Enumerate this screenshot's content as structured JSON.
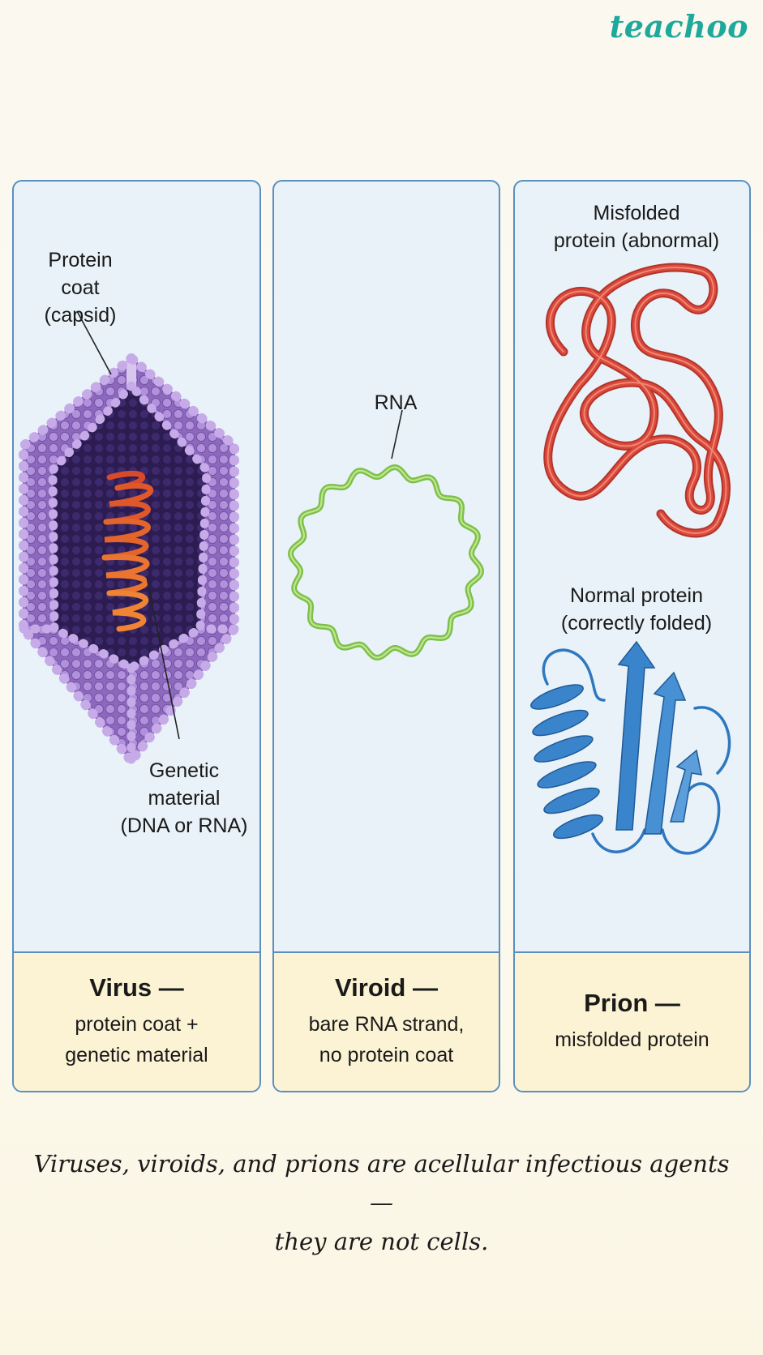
{
  "brand": {
    "logo_text": "teachoo"
  },
  "panels": {
    "virus": {
      "label_coat": [
        "Protein",
        "coat",
        "(capsid)"
      ],
      "label_genetic": [
        "Genetic",
        "material",
        "(DNA or RNA)"
      ],
      "caption_title": "Virus —",
      "caption_lines": [
        "protein coat +",
        "genetic material"
      ]
    },
    "viroid": {
      "label_rna": "RNA",
      "caption_title": "Viroid —",
      "caption_lines": [
        "bare RNA strand,",
        "no protein coat"
      ]
    },
    "prion": {
      "label_misfolded": [
        "Misfolded",
        "protein  (abnormal)"
      ],
      "label_normal": [
        "Normal protein",
        "(correctly folded)"
      ],
      "caption_title": "Prion —",
      "caption_lines": [
        "misfolded protein"
      ]
    }
  },
  "footer": {
    "lines": [
      "Viruses, viroids, and prions are acellular infectious agents —",
      "they are not cells."
    ]
  },
  "colors": {
    "capsid": "#9c7ac9",
    "genetic": "#e4602a",
    "rna": "#7cc04a",
    "misfolded": "#dc4a3c",
    "normal": "#3a84cb",
    "panel_border": "#5a8fbf",
    "logo": "#1fa99c"
  }
}
